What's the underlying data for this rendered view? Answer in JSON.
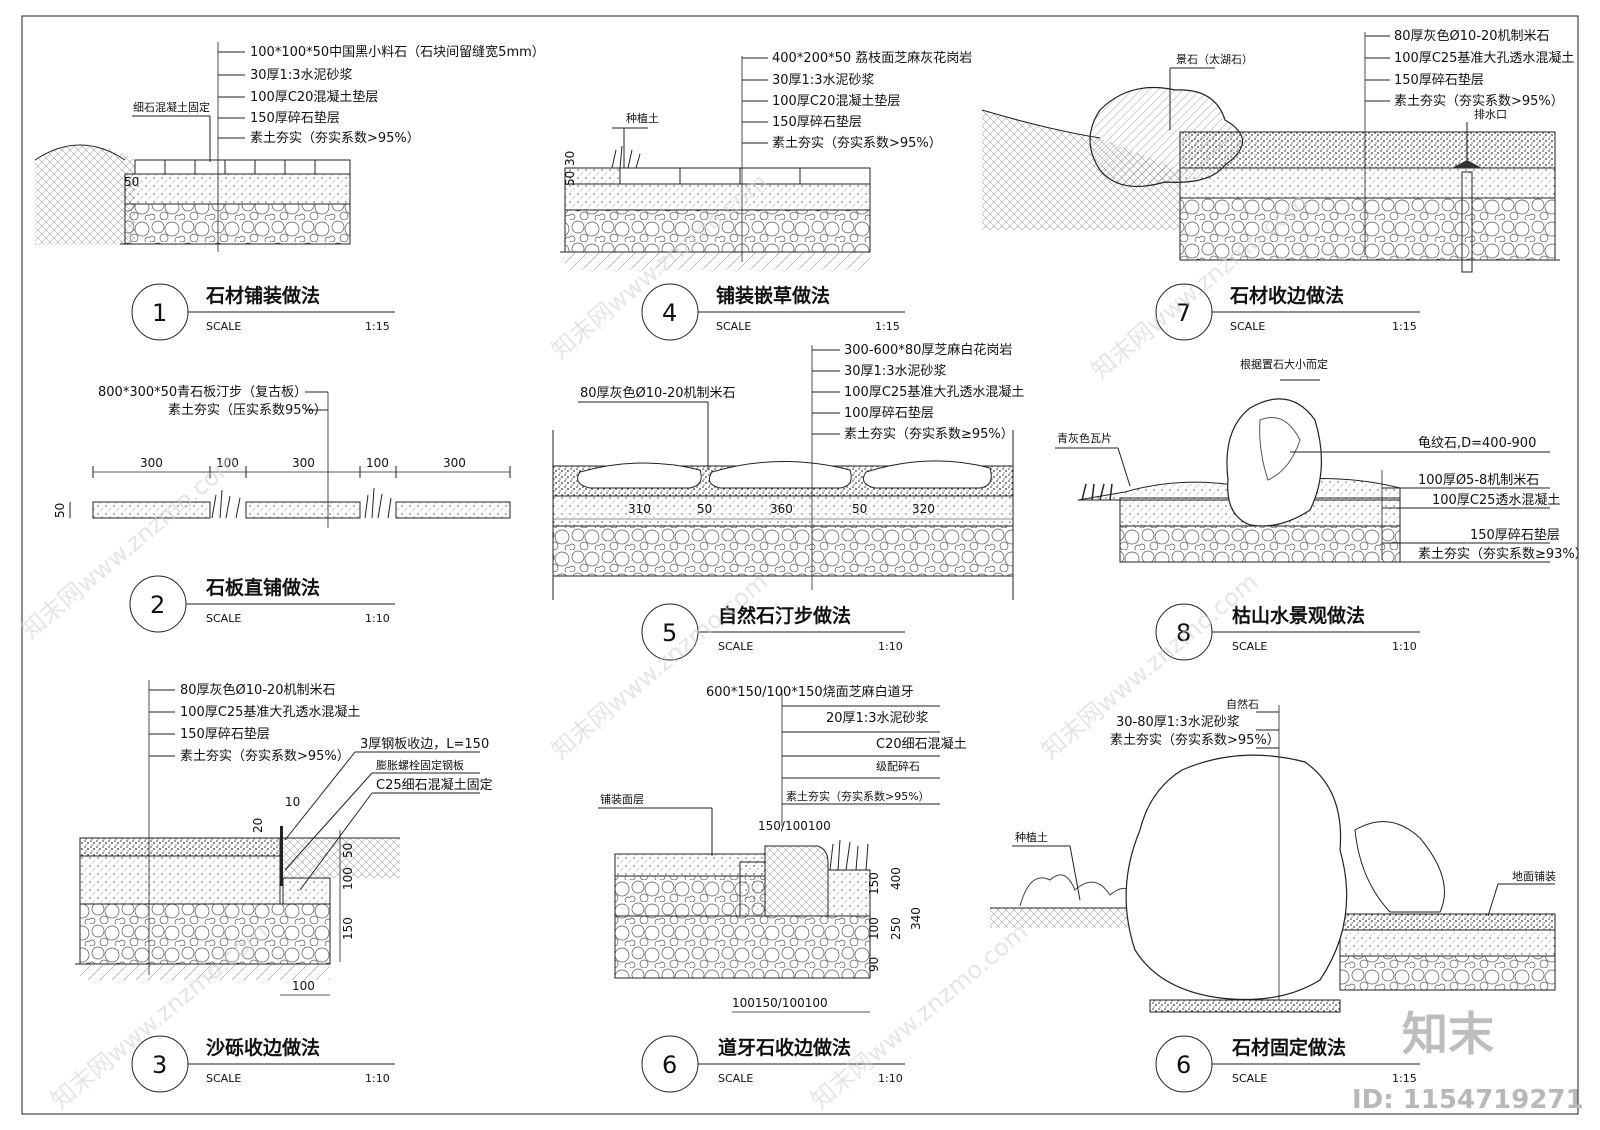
{
  "details": [
    {
      "id": "d1",
      "number": "1",
      "title": "石材铺装做法",
      "scale_label": "SCALE",
      "scale_value": "1:15",
      "labels": [
        "100*100*50中国黑小料石（石块间留缝宽5mm）",
        "30厚1:3水泥砂浆",
        "100厚C20混凝土垫层",
        "150厚碎石垫层",
        "素土夯实（夯实系数>95%）"
      ],
      "side_label": "细石混凝土固定",
      "dims": [
        "50"
      ]
    },
    {
      "id": "d4",
      "number": "4",
      "title": "铺装嵌草做法",
      "scale_label": "SCALE",
      "scale_value": "1:15",
      "labels": [
        "400*200*50 荔枝面芝麻灰花岗岩",
        "30厚1:3水泥砂浆",
        "100厚C20混凝土垫层",
        "150厚碎石垫层",
        "素土夯实（夯实系数>95%）"
      ],
      "side_label": "种植土",
      "dims": [
        "50",
        "30"
      ]
    },
    {
      "id": "d7",
      "number": "7",
      "title": "石材收边做法",
      "scale_label": "SCALE",
      "scale_value": "1:15",
      "labels": [
        "80厚灰色Ø10-20机制米石",
        "100厚C25基准大孔透水混凝土",
        "150厚碎石垫层",
        "素土夯实（夯实系数>95%）"
      ],
      "side_label": "景石（太湖石）",
      "extra_label": "排水口"
    },
    {
      "id": "d2",
      "number": "2",
      "title": "石板直铺做法",
      "scale_label": "SCALE",
      "scale_value": "1:10",
      "labels": [
        "800*300*50青石板汀步（复古板）",
        "素土夯实（压实系数95%）"
      ],
      "dims": [
        "300",
        "100",
        "300",
        "100",
        "300",
        "50"
      ]
    },
    {
      "id": "d5",
      "number": "5",
      "title": "自然石汀步做法",
      "scale_label": "SCALE",
      "scale_value": "1:10",
      "labels": [
        "300-600*80厚芝麻白花岗岩",
        "30厚1:3水泥砂浆",
        "100厚C25基准大孔透水混凝土",
        "100厚碎石垫层",
        "素土夯实（夯实系数≥95%）"
      ],
      "side_label": "80厚灰色Ø10-20机制米石",
      "dims": [
        "310",
        "50",
        "360",
        "50",
        "320"
      ]
    },
    {
      "id": "d8",
      "number": "8",
      "title": "枯山水景观做法",
      "scale_label": "SCALE",
      "scale_value": "1:10",
      "labels": [
        "龟纹石,D=400-900",
        "100厚Ø5-8机制米石",
        "100厚C25透水混凝土",
        "150厚碎石垫层",
        "素土夯实（夯实系数≥93%）"
      ],
      "side_label": "青灰色瓦片",
      "top_label": "根据置石大小而定"
    },
    {
      "id": "d3",
      "number": "3",
      "title": "沙砾收边做法",
      "scale_label": "SCALE",
      "scale_value": "1:10",
      "labels": [
        "80厚灰色Ø10-20机制米石",
        "100厚C25基准大孔透水混凝土",
        "150厚碎石垫层",
        "素土夯实（夯实系数>95%）"
      ],
      "right_labels": [
        "3厚钢板收边，L=150",
        "膨胀螺栓固定钢板",
        "C25细石混凝土固定"
      ],
      "dims": [
        "10",
        "20",
        "50",
        "100",
        "150",
        "100"
      ]
    },
    {
      "id": "d6a",
      "number": "6",
      "title": "道牙石收边做法",
      "scale_label": "SCALE",
      "scale_value": "1:10",
      "labels": [
        "600*150/100*150烧面芝麻白道牙",
        "20厚1:3水泥砂浆",
        "C20细石混凝土",
        "级配碎石",
        "素土夯实（夯实系数>95%）"
      ],
      "side_label": "铺装面层",
      "dims": [
        "150/100100",
        "150",
        "400",
        "100",
        "250",
        "340",
        "90",
        "100150/100100"
      ]
    },
    {
      "id": "d6b",
      "number": "6",
      "title": "石材固定做法",
      "scale_label": "SCALE",
      "scale_value": "1:15",
      "labels": [
        "自然石",
        "30-80厚1:3水泥砂浆",
        "素土夯实（夯实系数>95%）"
      ],
      "side_label": "种植土",
      "right_label": "地面铺装"
    }
  ],
  "watermarks": [
    "知末网www.znzmo.com"
  ],
  "logo_text": "知末",
  "id_text": "ID: 1154719271"
}
